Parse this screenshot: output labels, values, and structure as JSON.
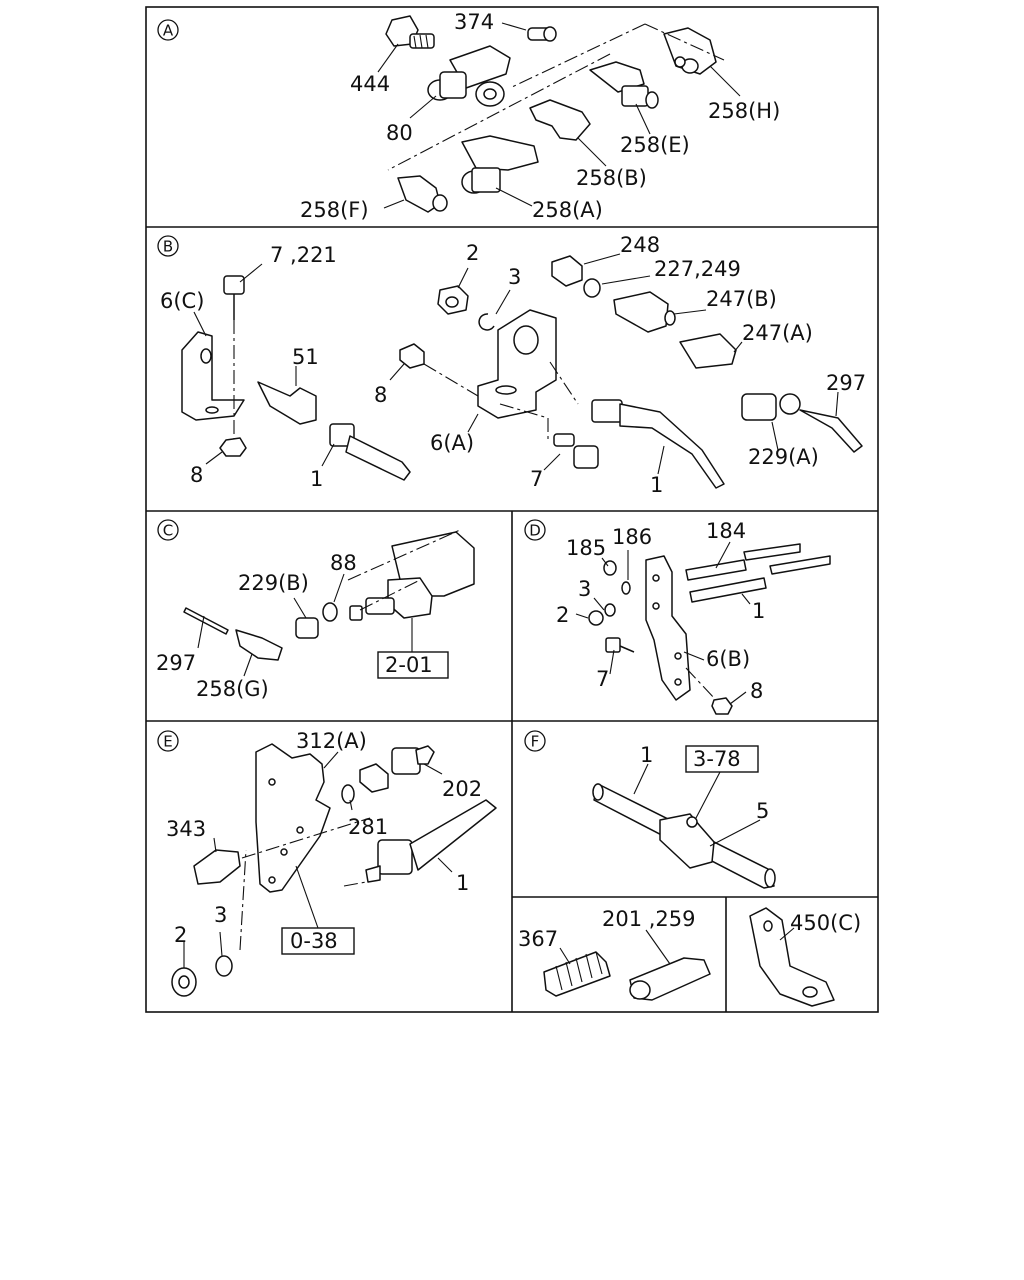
{
  "panels": {
    "A": {
      "marker": "A",
      "labels": [
        "374",
        "444",
        "80",
        "258(H)",
        "258(E)",
        "258(B)",
        "258(F)",
        "258(A)"
      ]
    },
    "B": {
      "marker": "B",
      "labels": [
        "7 ,221",
        "6(C)",
        "51",
        "8",
        "1",
        "2",
        "3",
        "248",
        "227,249",
        "247(B)",
        "247(A)",
        "297",
        "229(A)",
        "8",
        "6(A)",
        "7",
        "1"
      ]
    },
    "C": {
      "marker": "C",
      "labels": [
        "88",
        "229(B)",
        "297",
        "258(G)"
      ],
      "refbox": "2-01"
    },
    "D": {
      "marker": "D",
      "labels": [
        "184",
        "185",
        "186",
        "3",
        "2",
        "1",
        "6(B)",
        "7",
        "8"
      ]
    },
    "E": {
      "marker": "E",
      "labels": [
        "312(A)",
        "202",
        "343",
        "281",
        "1",
        "3",
        "2"
      ],
      "refbox": "0-38"
    },
    "F": {
      "marker": "F",
      "labels": [
        "1",
        "5"
      ],
      "refbox": "3-78"
    },
    "G": {
      "labels": [
        "367",
        "201 ,259"
      ]
    },
    "H": {
      "labels": [
        "450(C)"
      ]
    }
  }
}
